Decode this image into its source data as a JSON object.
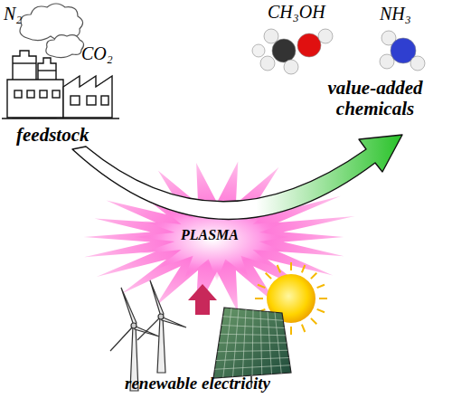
{
  "diagram": {
    "labels": [
      "N₂",
      "CO₂",
      "feedstock",
      "CH₃OH",
      "NH₃",
      "value-added chemicals",
      "PLASMA",
      "renewable electricity"
    ]
  }
}
